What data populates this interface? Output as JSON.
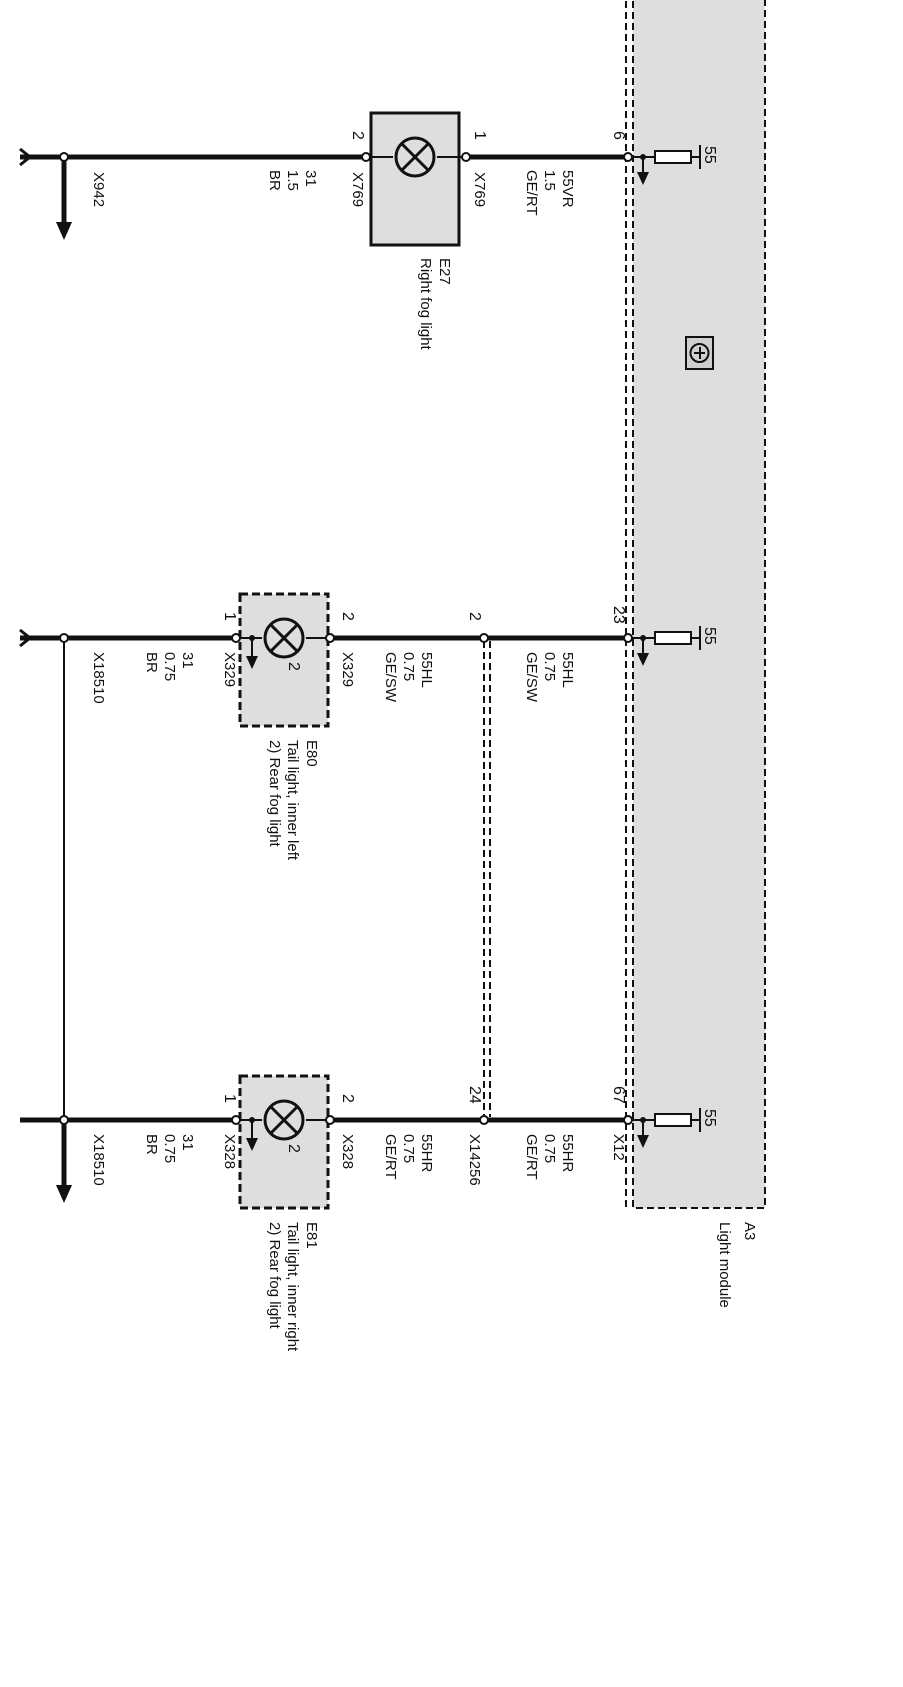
{
  "module": {
    "id": "A3",
    "name": "Light module",
    "fuse_label": "55"
  },
  "components": {
    "e27": {
      "id": "E27",
      "name": "Right fog light"
    },
    "e80": {
      "id": "E80",
      "name": "Tail light, inner left",
      "sub": "2) Rear fog light",
      "marker": "2"
    },
    "e81": {
      "id": "E81",
      "name": "Tail light, inner right",
      "sub": "2) Rear fog light",
      "marker": "2"
    }
  },
  "branch1": {
    "module_pin": "6",
    "signal_wire": {
      "code": "55VR",
      "size": "1.5",
      "color": "GE/RT"
    },
    "connector_in": {
      "pin": "1",
      "name": "X769"
    },
    "connector_out": {
      "pin": "2",
      "name": "X769"
    },
    "ground_wire": {
      "code": "31",
      "size": "1.5",
      "color": "BR"
    },
    "ground_connector": "X942"
  },
  "branch2": {
    "module_pin": "23",
    "signal_wire": {
      "code": "55HL",
      "size": "0.75",
      "color": "GE/SW"
    },
    "splice_pin": "2",
    "signal_wire2": {
      "code": "55HL",
      "size": "0.75",
      "color": "GE/SW"
    },
    "connector_in": {
      "pin": "2",
      "name": "X329"
    },
    "connector_out": {
      "pin": "1",
      "name": "X329"
    },
    "ground_wire": {
      "code": "31",
      "size": "0.75",
      "color": "BR"
    },
    "ground_connector": "X18510"
  },
  "branch3": {
    "module_pin": "67",
    "module_connector": "X12",
    "signal_wire": {
      "code": "55HR",
      "size": "0.75",
      "color": "GE/RT"
    },
    "splice_pin": "24",
    "splice_connector": "X14256",
    "signal_wire2": {
      "code": "55HR",
      "size": "0.75",
      "color": "GE/RT"
    },
    "connector_in": {
      "pin": "2",
      "name": "X328"
    },
    "connector_out": {
      "pin": "1",
      "name": "X328"
    },
    "ground_wire": {
      "code": "31",
      "size": "0.75",
      "color": "BR"
    },
    "ground_connector": "X18510"
  }
}
